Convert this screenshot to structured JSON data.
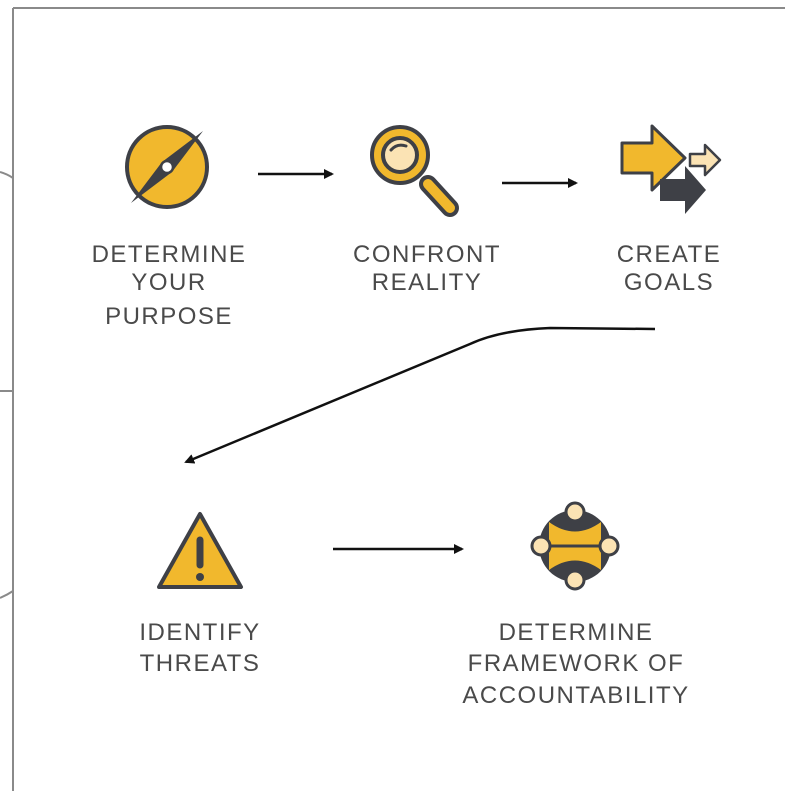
{
  "colors": {
    "accent": "#f1b82d",
    "accent_light": "#fbe3b4",
    "dark": "#3e4046",
    "text": "#4a4a4a",
    "frame": "#8a8a8a",
    "arrow": "#111111"
  },
  "steps": [
    {
      "icon": "compass-icon",
      "lines": [
        "DETERMINE",
        "YOUR",
        "PURPOSE"
      ]
    },
    {
      "icon": "magnifying-glass-icon",
      "lines": [
        "CONFRONT",
        "REALITY"
      ]
    },
    {
      "icon": "arrows-icon",
      "lines": [
        "CREATE",
        "GOALS"
      ]
    },
    {
      "icon": "warning-icon",
      "lines": [
        "IDENTIFY",
        "THREATS"
      ]
    },
    {
      "icon": "accountability-icon",
      "lines": [
        "DETERMINE",
        "FRAMEWORK OF",
        "ACCOUNTABILITY"
      ]
    }
  ]
}
